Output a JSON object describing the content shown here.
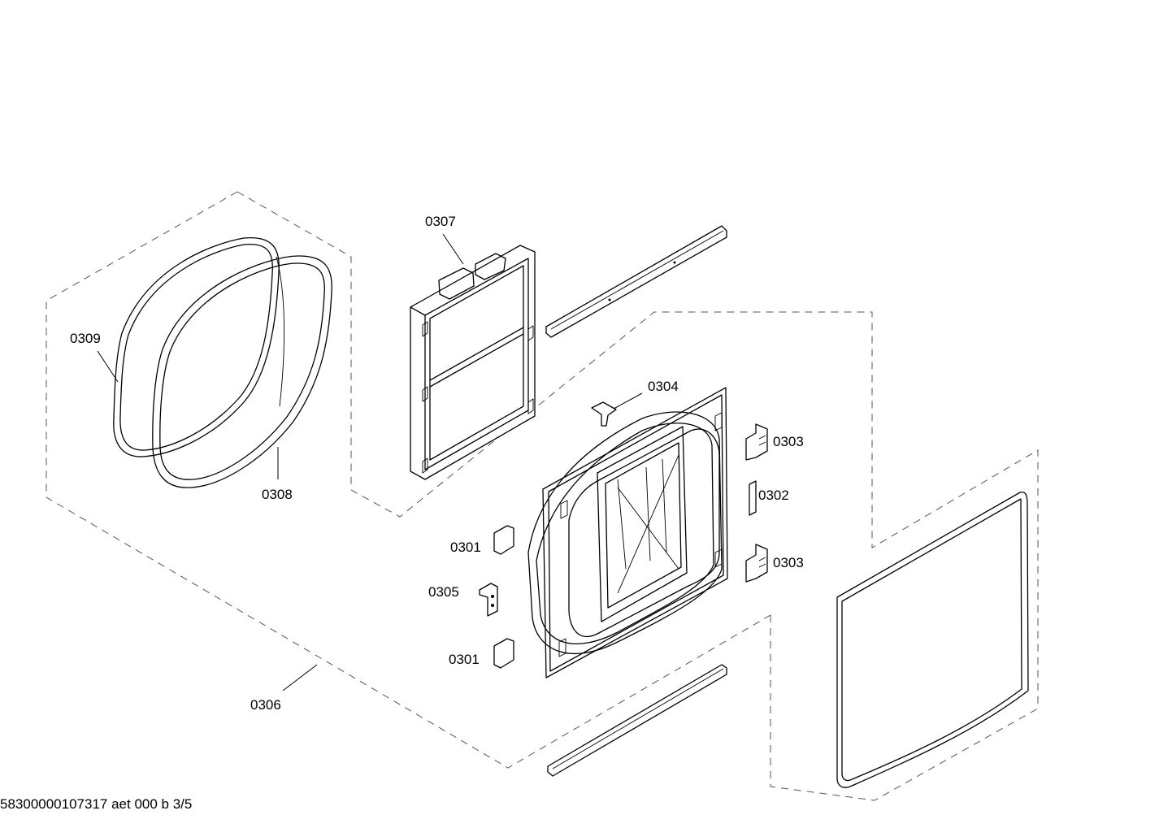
{
  "diagram": {
    "parts": [
      {
        "id": "0301a",
        "label": "0301"
      },
      {
        "id": "0301b",
        "label": "0301"
      },
      {
        "id": "0302",
        "label": "0302"
      },
      {
        "id": "0303a",
        "label": "0303"
      },
      {
        "id": "0303b",
        "label": "0303"
      },
      {
        "id": "0304",
        "label": "0304"
      },
      {
        "id": "0305",
        "label": "0305"
      },
      {
        "id": "0306",
        "label": "0306"
      },
      {
        "id": "0307",
        "label": "0307"
      },
      {
        "id": "0308",
        "label": "0308"
      },
      {
        "id": "0309",
        "label": "0309"
      }
    ]
  },
  "footer": {
    "code": "58300000107317 aet 000 b 3/5"
  }
}
